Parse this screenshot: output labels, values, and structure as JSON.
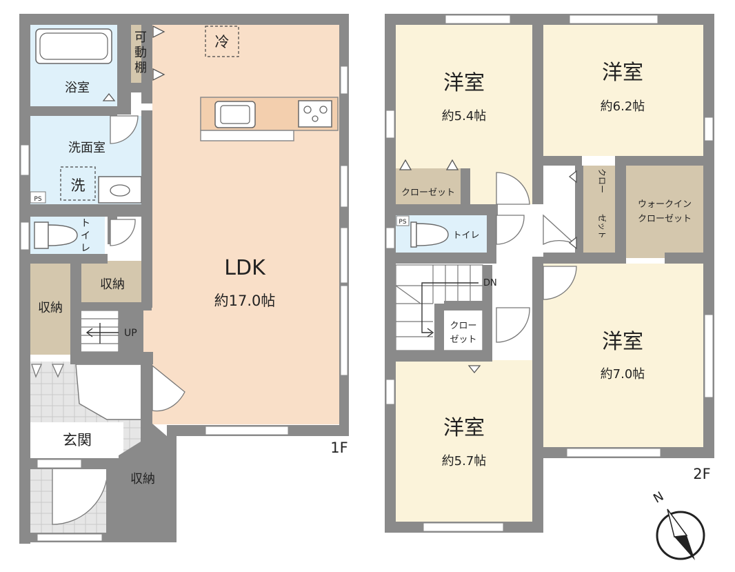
{
  "colors": {
    "wall": "#8a8a8a",
    "ldk_floor": "#f9dfc8",
    "wet_floor": "#dff1fa",
    "bedroom_floor": "#fbf3da",
    "storage_floor": "#d4c7ad",
    "entry_tile": "#e6e6e6",
    "white": "#ffffff"
  },
  "floor1": {
    "floor_label": "1F",
    "ldk": {
      "name": "LDK",
      "size": "約17.0帖"
    },
    "bath": {
      "name": "浴室"
    },
    "washroom": {
      "name": "洗面室"
    },
    "washer_mark": "洗",
    "fridge_mark": "冷",
    "adjustable_shelf": [
      "可",
      "動",
      "棚"
    ],
    "toilet": [
      "ト",
      "イ",
      "レ"
    ],
    "storage_a": {
      "name": "収納"
    },
    "storage_b": {
      "name": "収納"
    },
    "storage_c": {
      "name": "収納"
    },
    "entrance": {
      "name": "玄関"
    },
    "stair_label": "UP",
    "ps_label": "PS"
  },
  "floor2": {
    "floor_label": "2F",
    "room1": {
      "name": "洋室",
      "size": "約5.4帖"
    },
    "room2": {
      "name": "洋室",
      "size": "約6.2帖"
    },
    "room3": {
      "name": "洋室",
      "size": "約7.0帖"
    },
    "room4": {
      "name": "洋室",
      "size": "約5.7帖"
    },
    "closet1": {
      "name": "クローゼット"
    },
    "closet2": [
      "クロー",
      "ゼット"
    ],
    "closet3": [
      "クロー",
      "ゼット"
    ],
    "walkin": [
      "ウォークイン",
      "クローゼット"
    ],
    "toilet": "トイレ",
    "stair_label": "DN",
    "ps_label": "PS"
  },
  "compass": {
    "north_label": "N"
  }
}
